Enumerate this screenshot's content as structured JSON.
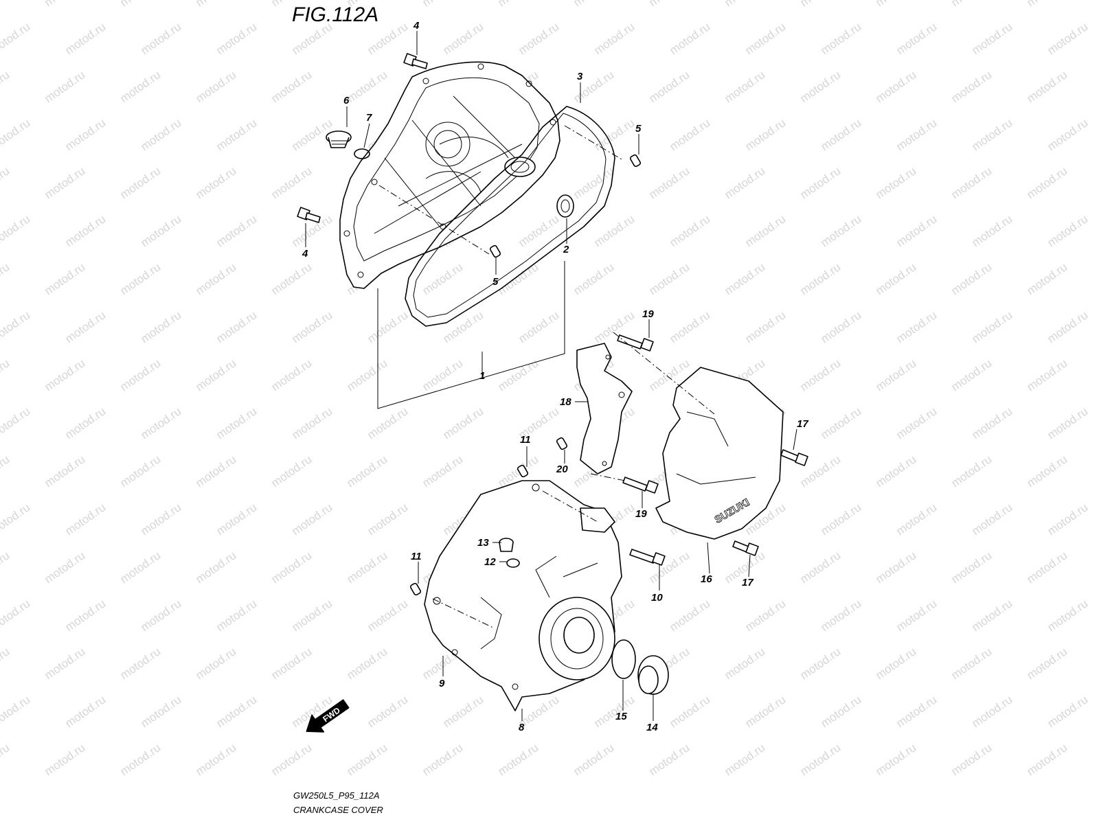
{
  "figure_title": "FIG.112A",
  "watermark_text": "motod.ru",
  "footer": {
    "code": "GW250L5_P95_112A",
    "name": "CRANKCASE COVER"
  },
  "brand_label": "SUZUKI",
  "direction_label": "FWD",
  "callouts": [
    {
      "id": "c4a",
      "label": "4"
    },
    {
      "id": "c3",
      "label": "3"
    },
    {
      "id": "c6",
      "label": "6"
    },
    {
      "id": "c7",
      "label": "7"
    },
    {
      "id": "c5a",
      "label": "5"
    },
    {
      "id": "c4b",
      "label": "4"
    },
    {
      "id": "c2",
      "label": "2"
    },
    {
      "id": "c5b",
      "label": "5"
    },
    {
      "id": "c1",
      "label": "1"
    },
    {
      "id": "c19a",
      "label": "19"
    },
    {
      "id": "c18",
      "label": "18"
    },
    {
      "id": "c17a",
      "label": "17"
    },
    {
      "id": "c11a",
      "label": "11"
    },
    {
      "id": "c20",
      "label": "20"
    },
    {
      "id": "c19b",
      "label": "19"
    },
    {
      "id": "c13",
      "label": "13"
    },
    {
      "id": "c12",
      "label": "12"
    },
    {
      "id": "c11b",
      "label": "11"
    },
    {
      "id": "c10",
      "label": "10"
    },
    {
      "id": "c16",
      "label": "16"
    },
    {
      "id": "c17b",
      "label": "17"
    },
    {
      "id": "c9",
      "label": "9"
    },
    {
      "id": "c15",
      "label": "15"
    },
    {
      "id": "c14",
      "label": "14"
    },
    {
      "id": "c8",
      "label": "8"
    }
  ]
}
